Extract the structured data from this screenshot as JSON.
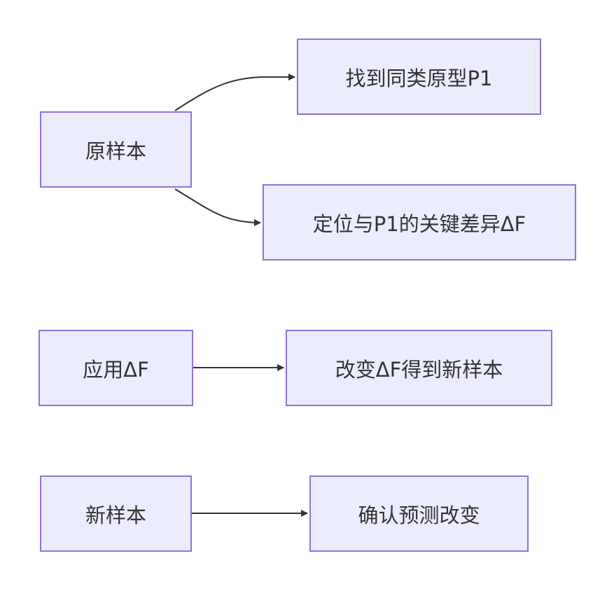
{
  "nodes": {
    "orig_sample": "原样本",
    "find_prototype": "找到同类原型P1",
    "locate_difference": "定位与P1的关键差异ΔF",
    "apply_delta": "应用ΔF",
    "change_to_new": "改变ΔF得到新样本",
    "new_sample": "新样本",
    "confirm_prediction": "确认预测改变"
  },
  "colors": {
    "node_fill": "#ececff",
    "node_border": "#9370db",
    "edge": "#333333",
    "text": "#333333"
  },
  "edges": [
    {
      "from": "orig_sample",
      "to": "find_prototype"
    },
    {
      "from": "orig_sample",
      "to": "locate_difference"
    },
    {
      "from": "apply_delta",
      "to": "change_to_new"
    },
    {
      "from": "new_sample",
      "to": "confirm_prediction"
    }
  ]
}
